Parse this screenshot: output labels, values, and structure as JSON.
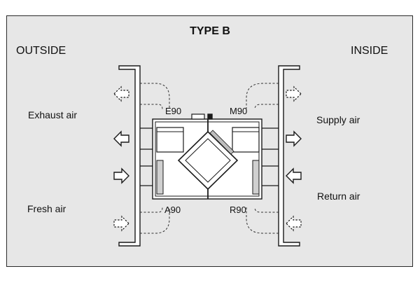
{
  "title": "TYPE B",
  "sides": {
    "left": "OUTSIDE",
    "right": "INSIDE"
  },
  "airflows": {
    "exhaust": "Exhaust air",
    "fresh": "Fresh air",
    "supply": "Supply air",
    "return": "Return air"
  },
  "ports": {
    "e": "E90",
    "m": "M90",
    "a": "A90",
    "r": "R90"
  },
  "colors": {
    "background": "#e7e7e7",
    "stroke": "#1a1a1a",
    "fill": "#ffffff"
  }
}
